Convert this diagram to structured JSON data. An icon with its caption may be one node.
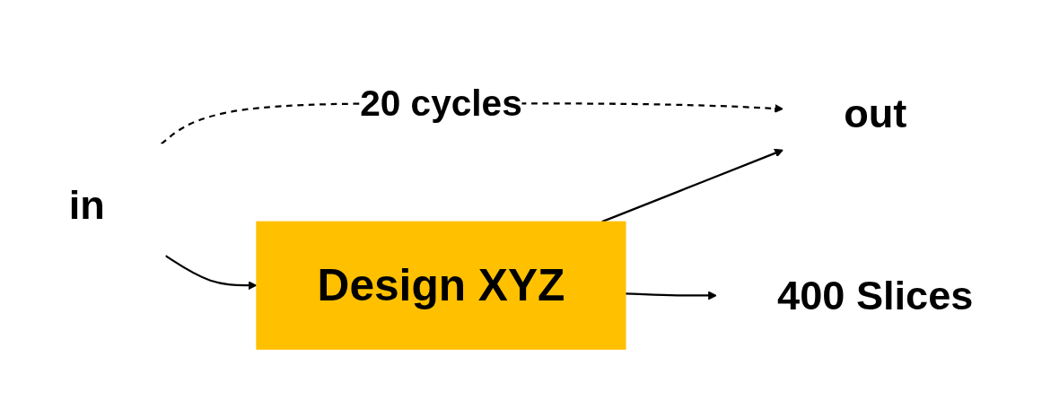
{
  "diagram": {
    "nodes": [
      {
        "text": [
          "in"
        ]
      },
      {
        "text": [
          "Design XYZ"
        ]
      },
      {
        "text": [
          "out"
        ]
      },
      {
        "text": [
          "400 Slices"
        ]
      }
    ],
    "edges": [
      {
        "from": 0,
        "to": 1,
        "arrow": "to"
      },
      {
        "from": 1,
        "to": 2,
        "arrow": "to"
      },
      {
        "from": 1,
        "to": 3,
        "arrow": "to"
      },
      {
        "from": 0,
        "to": 2,
        "arrow": "to",
        "style": "dashed",
        "label": "20 cycles"
      }
    ]
  }
}
